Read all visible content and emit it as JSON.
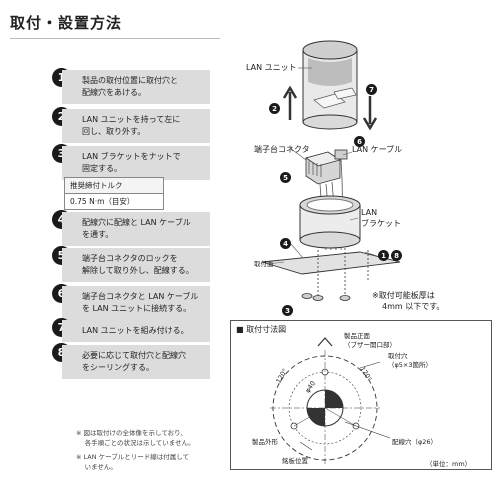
{
  "title": "取付・設置方法",
  "steps": [
    {
      "num": "1",
      "lines": [
        "製品の取付位置に取付穴と",
        "配線穴をあける。"
      ]
    },
    {
      "num": "2",
      "lines": [
        "LAN ユニットを持って左に",
        "回し、取り外す。"
      ]
    },
    {
      "num": "3",
      "lines": [
        "LAN ブラケットをナットで",
        "固定する。"
      ]
    },
    {
      "num": "4",
      "lines": [
        "配線穴に配線と LAN ケーブル",
        "を通す。"
      ]
    },
    {
      "num": "5",
      "lines": [
        "端子台コネクタのロックを",
        "解除して取り外し、配線する。"
      ]
    },
    {
      "num": "6",
      "lines": [
        "端子台コネクタと LAN ケーブル",
        "を LAN ユニットに接続する。"
      ]
    },
    {
      "num": "7",
      "lines": [
        "LAN ユニットを組み付ける。"
      ]
    },
    {
      "num": "8",
      "lines": [
        "必要に応じて取付穴と配線穴",
        "をシーリングする。"
      ]
    }
  ],
  "torque": {
    "label": "推奨締付トルク",
    "value": "0.75 N·m（目安）"
  },
  "notes": {
    "line1": "※ 図は取付けの全体像を示しており、",
    "line2": "　 各手順ごとの状況は示していません。",
    "line3": "※ LAN ケーブルとリード線は付属して",
    "line4": "　 いません。"
  },
  "diagram": {
    "lan_unit": "LAN ユニット",
    "terminal_connector": "端子台コネクタ",
    "lan_cable": "LAN ケーブル",
    "lan_bracket_1": "LAN",
    "lan_bracket_2": "ブラケット",
    "mount_surface": "取付面",
    "plate_note_1": "※取付可能板厚は",
    "plate_note_2": "4mm 以下です。",
    "badges": {
      "b2": "2",
      "b7": "7",
      "b6": "6",
      "b5": "5",
      "b4": "4",
      "b1": "1",
      "b8": "8",
      "b3": "3"
    }
  },
  "dimension": {
    "title": "■ 取付寸法図",
    "front_1": "製品正面",
    "front_2": "（ブザー開口部）",
    "hole_1": "取付穴",
    "hole_2": "（φ5×3箇所）",
    "angle_left": "120°",
    "angle_right": "120°",
    "dia_40": "φ40",
    "outline": "製品外形",
    "wiring_hole": "配線穴（φ26）",
    "nameplate": "銘板位置",
    "unit": "（単位：mm）"
  }
}
